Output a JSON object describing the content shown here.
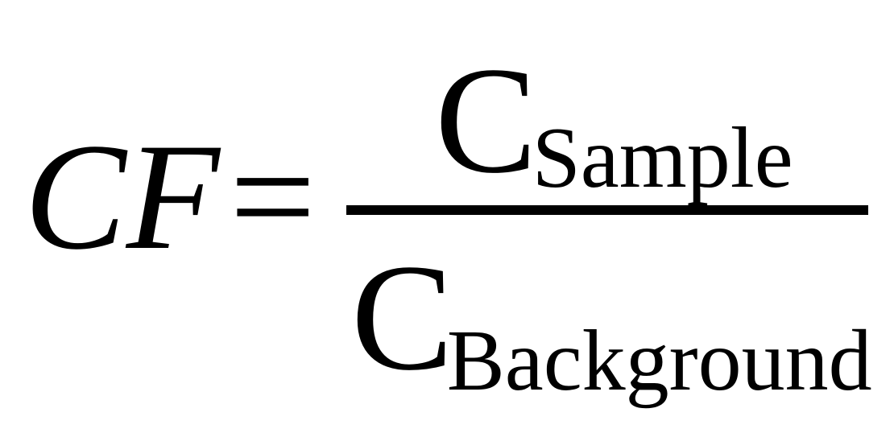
{
  "equation": {
    "lhs": "CF",
    "equals": "=",
    "numerator": {
      "symbol": "C",
      "subscript": "Sample"
    },
    "denominator": {
      "symbol": "C",
      "subscript": "Background"
    }
  }
}
